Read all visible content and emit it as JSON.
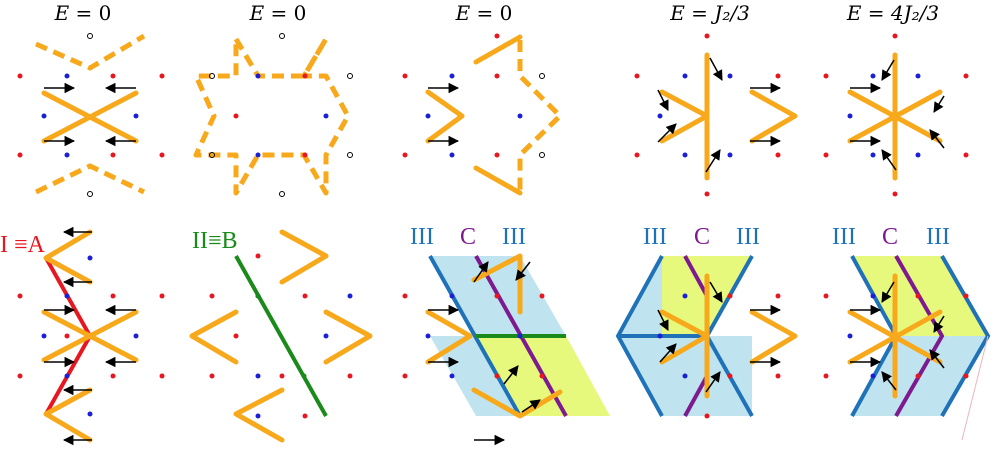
{
  "top_row": {
    "panels": [
      {
        "label_lhs": "E",
        "label_eq": " = ",
        "label_rhs": "0"
      },
      {
        "label_lhs": "E",
        "label_eq": " = ",
        "label_rhs": "0"
      },
      {
        "label_lhs": "E",
        "label_eq": " = ",
        "label_rhs": "0"
      },
      {
        "label_lhs": "E",
        "label_eq": " = ",
        "label_rhs": "J₂/3"
      },
      {
        "label_lhs": "E",
        "label_eq": " = ",
        "label_rhs": "4J₂/3"
      }
    ]
  },
  "bottom_row": {
    "panel1": {
      "label": "I ≡A"
    },
    "panel2": {
      "label": "II≡B"
    },
    "panel3": {
      "left": "III",
      "middle": "C",
      "right": "III"
    },
    "panel4": {
      "left": "III",
      "middle": "C",
      "right": "III"
    },
    "panel5": {
      "left": "III",
      "middle": "C",
      "right": "III"
    }
  },
  "colors": {
    "orange": "#f7a81b",
    "red": "#e8171f",
    "blue": "#1b1fd6",
    "green": "#1a8a1a",
    "purple": "#7d1a8f",
    "steel_blue": "#1f72b8",
    "light_blue": "#bfe4ef",
    "light_green": "#e6f97d",
    "black": "#000000"
  }
}
